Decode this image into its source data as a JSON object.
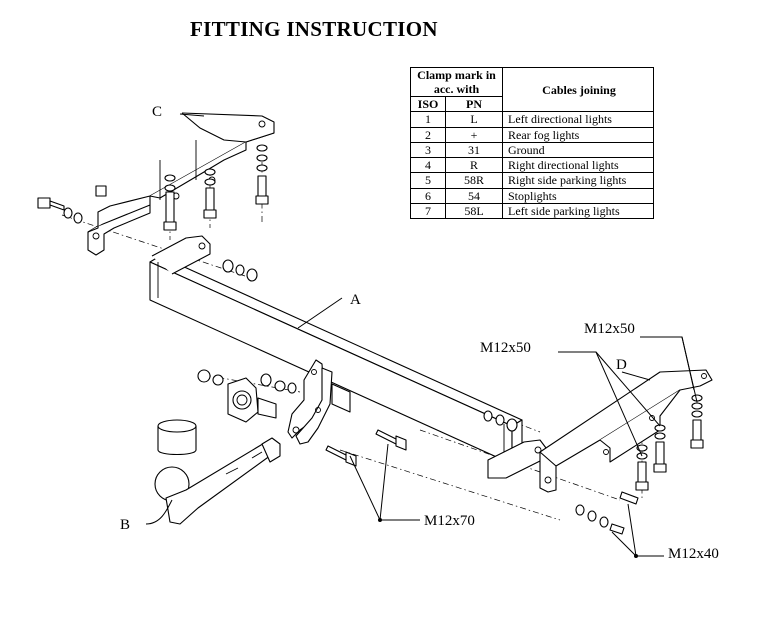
{
  "title": "FITTING INSTRUCTION",
  "table": {
    "header_mark": "Clamp mark in acc. with",
    "header_iso": "ISO",
    "header_pn": "PN",
    "header_cables": "Cables joining",
    "rows": [
      {
        "iso": "1",
        "pn": "L",
        "desc": "Left directional lights"
      },
      {
        "iso": "2",
        "pn": "+",
        "desc": "Rear fog lights"
      },
      {
        "iso": "3",
        "pn": "31",
        "desc": "Ground"
      },
      {
        "iso": "4",
        "pn": "R",
        "desc": "Right directional lights"
      },
      {
        "iso": "5",
        "pn": "58R",
        "desc": "Right side parking lights"
      },
      {
        "iso": "6",
        "pn": "54",
        "desc": "Stoplights"
      },
      {
        "iso": "7",
        "pn": "58L",
        "desc": "Left side parking lights"
      }
    ]
  },
  "labels": {
    "a": "A",
    "b": "B",
    "c": "C",
    "d": "D",
    "m12x50_left": "M12x50",
    "m12x50_right": "M12x50",
    "m12x70": "M12x70",
    "m12x40": "M12x40"
  }
}
